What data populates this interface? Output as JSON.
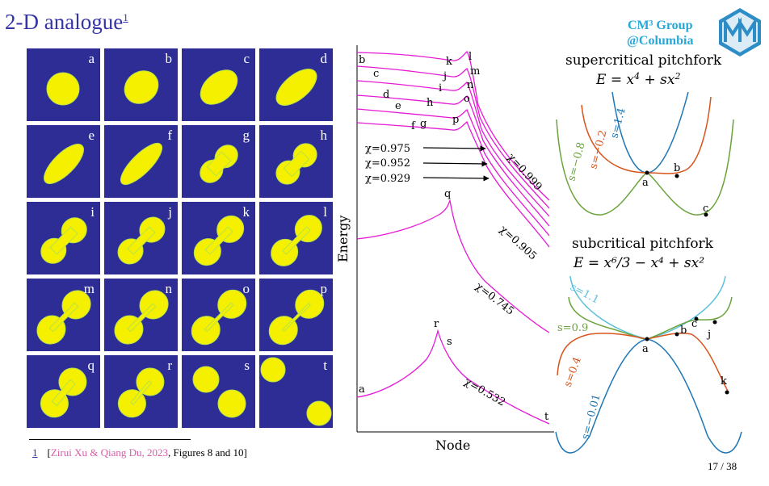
{
  "slide": {
    "title": "2-D analogue",
    "title_ref": "1",
    "page": "17 / 38"
  },
  "logo": {
    "line1": "CM³ Group",
    "line2": "@Columbia",
    "color": "#26a8d8"
  },
  "grid": {
    "labels": [
      "a",
      "b",
      "c",
      "d",
      "e",
      "f",
      "g",
      "h",
      "i",
      "j",
      "k",
      "l",
      "m",
      "n",
      "o",
      "p",
      "q",
      "r",
      "s",
      "t"
    ],
    "bg": "#2e2d96",
    "shape": "#f5f000"
  },
  "footnote": {
    "num": "1",
    "cite": "Zirui Xu & Qiang Du, 2023",
    "rest": ", Figures 8 and 10]",
    "open": "["
  },
  "energy_plot": {
    "xlabel": "Node",
    "ylabel": "Energy",
    "curve_color": "#e619d6",
    "point_labels": {
      "b": "b",
      "c": "c",
      "d": "d",
      "e": "e",
      "f": "f",
      "g": "g",
      "h": "h",
      "i": "i",
      "j": "j",
      "k": "k",
      "l": "l",
      "m": "m",
      "n": "n",
      "o": "o",
      "p": "p",
      "q": "q",
      "r": "r",
      "s": "s",
      "a": "a",
      "t": "t"
    },
    "arrows": [
      "χ=0.975",
      "χ=0.952",
      "χ=0.929"
    ],
    "curve_labels": [
      "χ=0.999",
      "χ=0.905",
      "χ=0.745",
      "χ=0.532"
    ]
  },
  "supercritical": {
    "title": "supercritical pitchfork",
    "eq_lhs": "E = x",
    "eq_mid": "4",
    "eq_rhs": " + sx",
    "eq_end": "2",
    "curves": [
      {
        "label": "s=1.4",
        "color": "#1f77b4"
      },
      {
        "label": "s=−0.2",
        "color": "#d9541c"
      },
      {
        "label": "s=−0.8",
        "color": "#6aa33a"
      }
    ],
    "points": [
      "a",
      "b",
      "c"
    ]
  },
  "subcritical": {
    "title": "subcritical pitchfork",
    "eq": "E = x⁶/3 − x⁴ + sx²",
    "curves": [
      {
        "label": "s=1.1",
        "color": "#5bc0de"
      },
      {
        "label": "s=0.9",
        "color": "#6aa33a"
      },
      {
        "label": "s=0.4",
        "color": "#d9541c"
      },
      {
        "label": "s=−0.01",
        "color": "#1f77b4"
      }
    ],
    "points": [
      "a",
      "b",
      "c",
      "j",
      "k"
    ]
  }
}
